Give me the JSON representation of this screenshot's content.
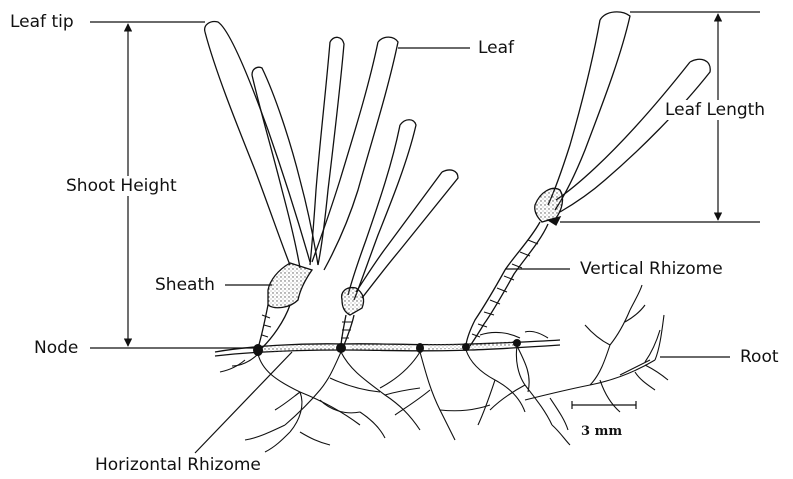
{
  "labels": {
    "leaf_tip": "Leaf tip",
    "leaf": "Leaf",
    "leaf_length": "Leaf Length",
    "shoot_height": "Shoot Height",
    "sheath": "Sheath",
    "vertical_rhizome": "Vertical Rhizome",
    "node": "Node",
    "root": "Root",
    "horizontal_rhizome": "Horizontal Rhizome"
  },
  "scale_bar": {
    "label": "3 mm"
  },
  "colors": {
    "line": "#111111",
    "background": "#ffffff",
    "stipple": "#555555"
  }
}
